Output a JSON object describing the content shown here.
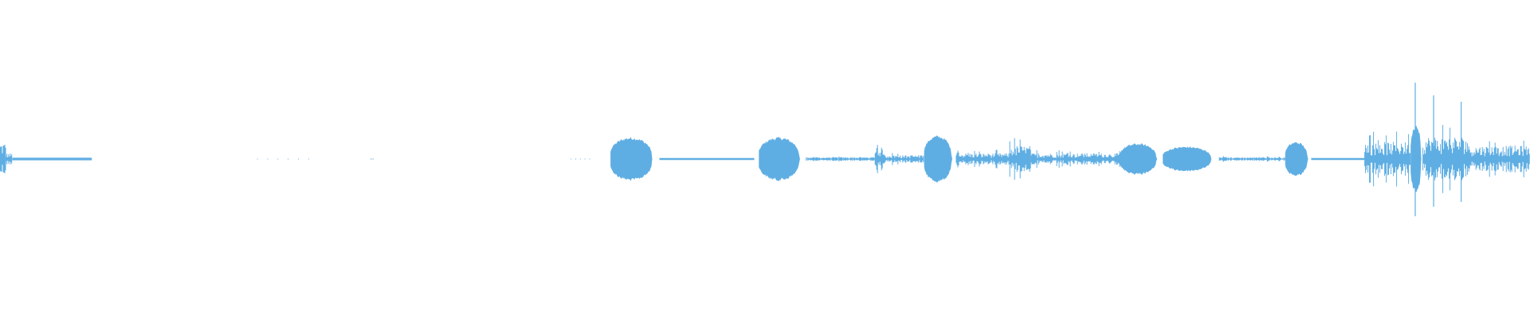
{
  "waveform": {
    "color": "#5faee3",
    "background": "#ffffff",
    "amplitude_scale": 0.333,
    "segments": [
      {
        "start": 0.0,
        "end": 0.004,
        "peak": 0.18,
        "style": "noise"
      },
      {
        "start": 0.004,
        "end": 0.008,
        "peak": 0.06,
        "style": "noise"
      },
      {
        "start": 0.008,
        "end": 0.06,
        "peak": 0.008,
        "style": "flat"
      },
      {
        "start": 0.168,
        "end": 0.205,
        "peak": 0.004,
        "style": "dots"
      },
      {
        "start": 0.242,
        "end": 0.244,
        "peak": 0.004,
        "style": "dots"
      },
      {
        "start": 0.373,
        "end": 0.388,
        "peak": 0.004,
        "style": "dots"
      },
      {
        "start": 0.399,
        "end": 0.431,
        "peak": 0.14,
        "style": "blob"
      },
      {
        "start": 0.431,
        "end": 0.493,
        "peak": 0.006,
        "style": "flat"
      },
      {
        "start": 0.496,
        "end": 0.527,
        "peak": 0.14,
        "style": "blob"
      },
      {
        "start": 0.527,
        "end": 0.572,
        "peak": 0.02,
        "style": "noise"
      },
      {
        "start": 0.572,
        "end": 0.578,
        "peak": 0.12,
        "style": "noise"
      },
      {
        "start": 0.578,
        "end": 0.604,
        "peak": 0.04,
        "style": "noise"
      },
      {
        "start": 0.604,
        "end": 0.625,
        "peak": 0.15,
        "style": "blob"
      },
      {
        "start": 0.625,
        "end": 0.66,
        "peak": 0.06,
        "style": "noise"
      },
      {
        "start": 0.66,
        "end": 0.674,
        "peak": 0.14,
        "style": "noise"
      },
      {
        "start": 0.674,
        "end": 0.732,
        "peak": 0.06,
        "style": "noise"
      },
      {
        "start": 0.732,
        "end": 0.76,
        "peak": 0.1,
        "style": "blob"
      },
      {
        "start": 0.76,
        "end": 0.797,
        "peak": 0.08,
        "style": "blob"
      },
      {
        "start": 0.797,
        "end": 0.84,
        "peak": 0.02,
        "style": "noise"
      },
      {
        "start": 0.84,
        "end": 0.857,
        "peak": 0.11,
        "style": "blob"
      },
      {
        "start": 0.857,
        "end": 0.892,
        "peak": 0.006,
        "style": "flat"
      },
      {
        "start": 0.892,
        "end": 0.922,
        "peak": 0.18,
        "style": "noise"
      },
      {
        "start": 0.922,
        "end": 0.93,
        "peak": 0.22,
        "style": "blob"
      },
      {
        "start": 0.925,
        "end": 0.926,
        "peak": 0.48,
        "style": "spike"
      },
      {
        "start": 0.937,
        "end": 0.938,
        "peak": 0.4,
        "style": "spike"
      },
      {
        "start": 0.93,
        "end": 0.96,
        "peak": 0.24,
        "style": "noise"
      },
      {
        "start": 0.955,
        "end": 0.956,
        "peak": 0.36,
        "style": "spike"
      },
      {
        "start": 0.96,
        "end": 1.0,
        "peak": 0.14,
        "style": "noise"
      }
    ]
  }
}
